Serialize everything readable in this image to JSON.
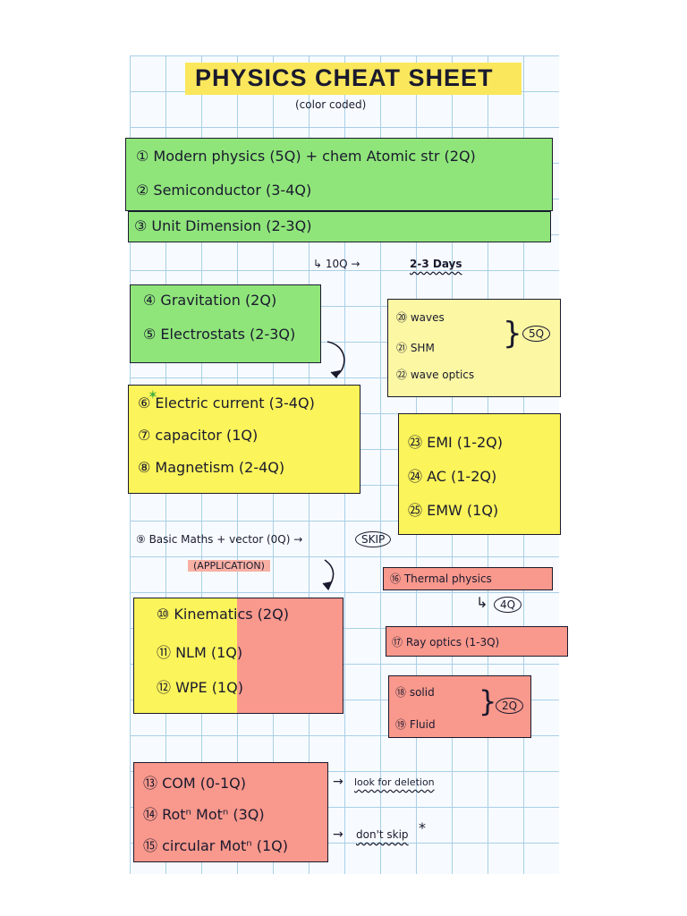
{
  "colors": {
    "green": "#8fe57a",
    "yellow": "#fbf45a",
    "pale_yellow": "#fbf7a3",
    "red": "#f9988c",
    "title_highlight": "#fbe75c",
    "grid": "#a9cfe6"
  },
  "header": {
    "title": "PHYSICS CHEAT SHEET",
    "subtitle": "(color coded)"
  },
  "green_block": {
    "items": [
      "① Modern physics (5Q) + chem Atomic str (2Q)",
      "② Semiconductor (3-4Q)",
      "③ Unit Dimension (2-3Q)"
    ],
    "note": "↳ 10Q →",
    "note_days": "2-3 Days"
  },
  "gravitation_block": {
    "items": [
      "④ Gravitation (2Q)",
      "⑤ Electrostats (2-3Q)"
    ]
  },
  "waves_block": {
    "items": [
      "⑳ waves",
      "㉑ SHM",
      "㉒ wave optics"
    ],
    "total": "5Q"
  },
  "current_block": {
    "items": [
      "⑥ Electric current (3-4Q)",
      "⑦ capacitor (1Q)",
      "⑧ Magnetism (2-4Q)"
    ]
  },
  "emi_block": {
    "items": [
      "㉓ EMI (1-2Q)",
      "㉔ AC (1-2Q)",
      "㉕ EMW (1Q)"
    ]
  },
  "basic_maths": {
    "text": "⑨ Basic Maths + vector (0Q) →",
    "skip": "SKIP",
    "application": "(APPLICATION)"
  },
  "kinematics_block": {
    "items": [
      "⑩ Kinematics (2Q)",
      "⑪ NLM (1Q)",
      "⑫ WPE (1Q)"
    ]
  },
  "thermal": {
    "text": "⑯ Thermal physics",
    "note": "↳",
    "count": "4Q"
  },
  "ray_optics": {
    "text": "⑰ Ray optics (1-3Q)"
  },
  "solid_fluid": {
    "items": [
      "⑱ solid",
      "⑲ Fluid"
    ],
    "total": "2Q"
  },
  "com_block": {
    "items": [
      "⑬ COM (0-1Q)",
      "⑭ Rotⁿ Motⁿ (3Q)",
      "⑮ circular Motⁿ (1Q)"
    ],
    "note_look": "look for deletion",
    "note_skip": "don't skip",
    "note_star": "*"
  }
}
